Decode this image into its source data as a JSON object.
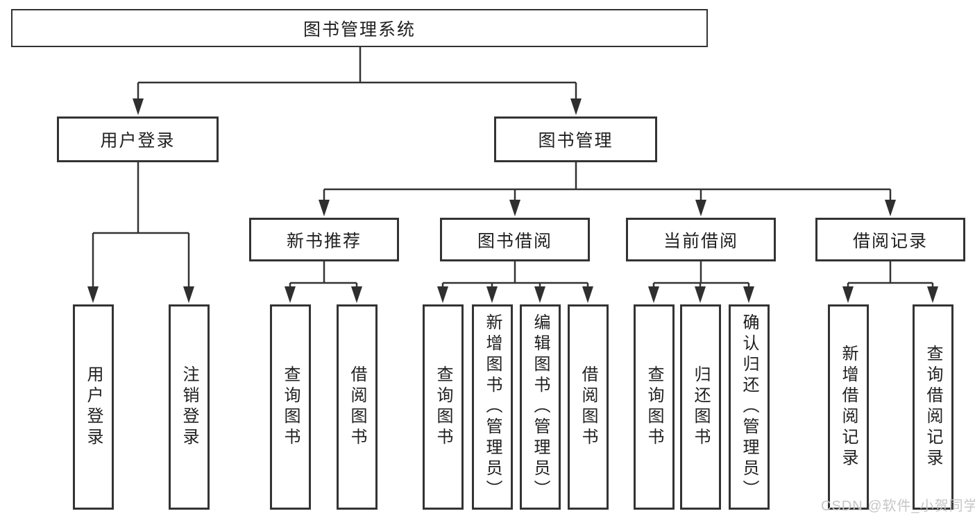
{
  "tree": {
    "root": {
      "label": "图书管理系统",
      "children": [
        {
          "label": "用户登录",
          "children": [
            {
              "label": "用户登录"
            },
            {
              "label": "注销登录"
            }
          ]
        },
        {
          "label": "图书管理",
          "children": [
            {
              "label": "新书推荐",
              "children": [
                {
                  "label": "查询图书"
                },
                {
                  "label": "借阅图书"
                }
              ]
            },
            {
              "label": "图书借阅",
              "children": [
                {
                  "label": "查询图书"
                },
                {
                  "label": "新增图书（管理员）"
                },
                {
                  "label": "编辑图书（管理员）"
                },
                {
                  "label": "借阅图书"
                }
              ]
            },
            {
              "label": "当前借阅",
              "children": [
                {
                  "label": "查询图书"
                },
                {
                  "label": "归还图书"
                },
                {
                  "label": "确认归还（管理员）"
                }
              ]
            },
            {
              "label": "借阅记录",
              "children": [
                {
                  "label": "新增借阅记录"
                },
                {
                  "label": "查询借阅记录"
                }
              ]
            }
          ]
        }
      ]
    }
  },
  "watermark": "CSDN @软件_小贺同学",
  "colors": {
    "line": "#333333",
    "arrowhead": "#2f2f2f",
    "text": "#1f1f1f",
    "watermark": "#c6c6c6",
    "background": "#ffffff"
  }
}
